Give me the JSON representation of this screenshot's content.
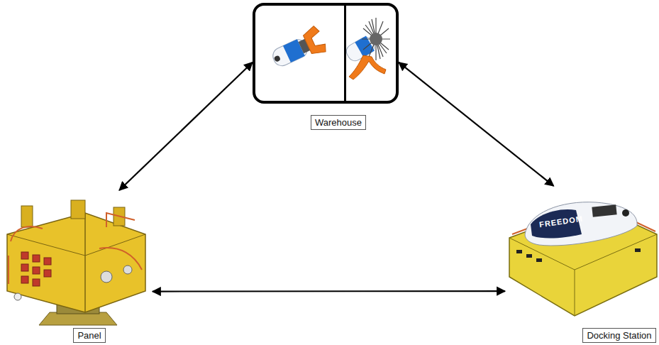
{
  "diagram": {
    "nodes": [
      {
        "text": [
          "Warehouse"
        ]
      },
      {
        "text": [
          "Panel"
        ]
      },
      {
        "text": [
          "Docking Station"
        ]
      }
    ],
    "edges": [
      {
        "from": 0,
        "to": 1,
        "arrow": "both"
      },
      {
        "from": 0,
        "to": 2,
        "arrow": "both"
      },
      {
        "from": 1,
        "to": 2,
        "arrow": "both"
      }
    ],
    "labels": [
      "FREEDOM"
    ]
  }
}
